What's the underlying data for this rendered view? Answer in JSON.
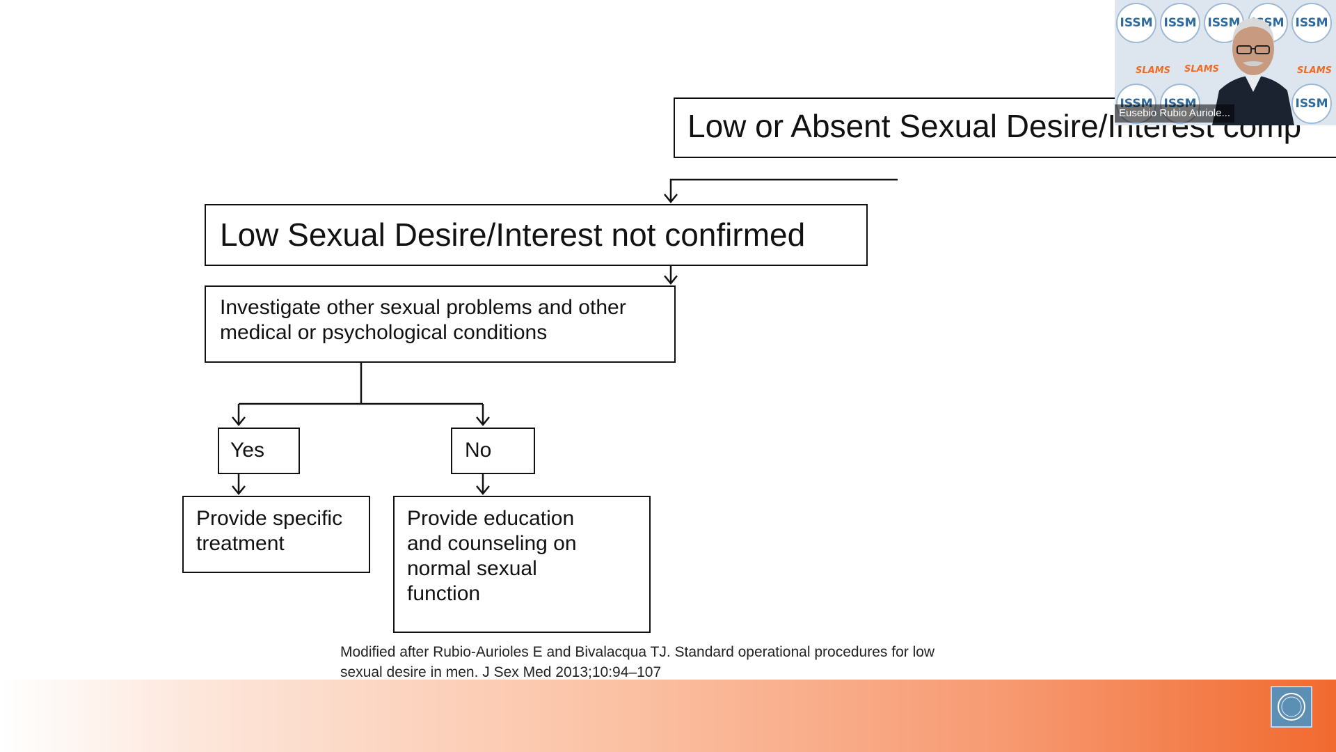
{
  "flowchart": {
    "top_box": "Low or Absent Sexual Desire/Interest comp",
    "not_confirmed": "Low Sexual Desire/Interest not confirmed",
    "investigate": "Investigate other sexual problems and other medical or psychological conditions",
    "yes": "Yes",
    "no": "No",
    "specific_treatment": "Provide specific treatment",
    "education": "Provide  education\nand counseling on\nnormal sexual\nfunction"
  },
  "citation": {
    "line1": "Modified after Rubio-Aurioles E and Bivalacqua TJ. Standard operational procedures for low",
    "line2": "sexual desire in men. J Sex Med 2013;10:94–107"
  },
  "video": {
    "participant_name": "Eusebio Rubio Auriole...",
    "logo_text": "ISSM",
    "slams_text": "SLAMS"
  },
  "colors": {
    "footer_accent": "#f16a2f",
    "logo_blue": "#2c6aa0",
    "slams_orange": "#f06b22"
  }
}
